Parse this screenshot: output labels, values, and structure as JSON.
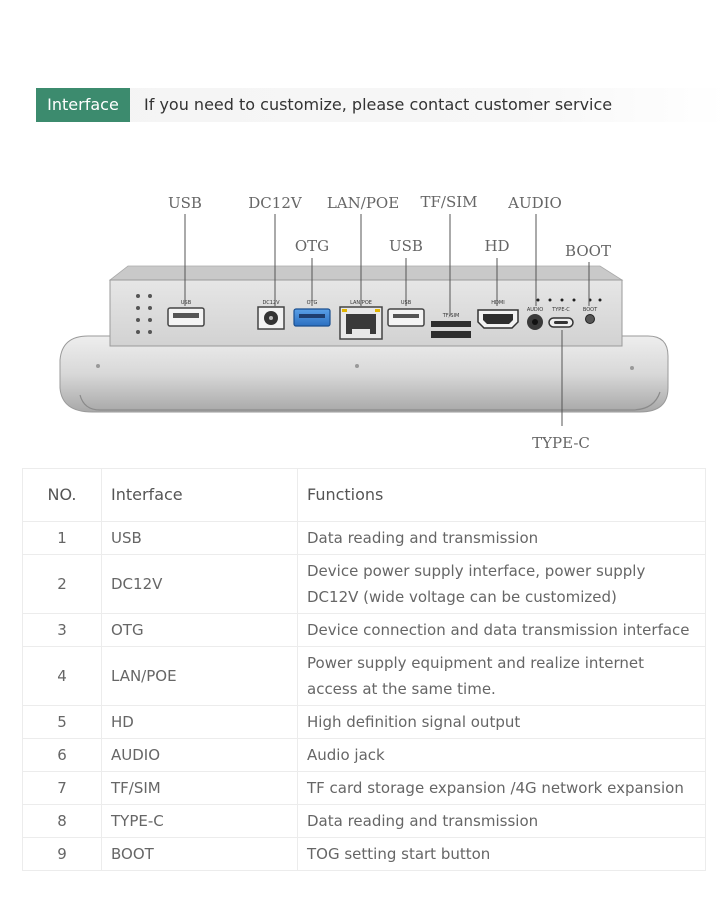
{
  "header": {
    "tag": "Interface",
    "note": "If you need to customize, please contact customer service"
  },
  "diagram": {
    "callouts": {
      "usb_top": "USB",
      "dc12v": "DC12V",
      "lan_poe": "LAN/POE",
      "tf_sim": "TF/SIM",
      "audio": "AUDIO",
      "otg": "OTG",
      "usb_second": "USB",
      "hd": "HD",
      "boot": "BOOT",
      "type_c": "TYPE-C"
    },
    "port_labels": {
      "usb1": "USB",
      "dc12v": "DC12V",
      "otg": "OTG",
      "lan": "LAN/POE",
      "usb2": "USB",
      "tfsim": "TF/SIM",
      "hdmi": "HDMI",
      "audio": "AUDIO",
      "typec": "TYPE-C",
      "boot": "BOOT"
    }
  },
  "table": {
    "headers": {
      "no": "NO.",
      "interface": "Interface",
      "functions": "Functions"
    },
    "rows": [
      {
        "no": "1",
        "interface": "USB",
        "function": "Data reading and transmission"
      },
      {
        "no": "2",
        "interface": "DC12V",
        "function": "Device power supply interface, power supply DC12V (wide voltage can be customized)"
      },
      {
        "no": "3",
        "interface": "OTG",
        "function": "Device connection and data transmission interface"
      },
      {
        "no": "4",
        "interface": "LAN/POE",
        "function": "Power supply equipment and realize internet access at the same time."
      },
      {
        "no": "5",
        "interface": "HD",
        "function": "High definition signal output"
      },
      {
        "no": "6",
        "interface": "AUDIO",
        "function": "Audio jack"
      },
      {
        "no": "7",
        "interface": "TF/SIM",
        "function": "TF card storage expansion /4G network expansion"
      },
      {
        "no": "8",
        "interface": "TYPE-C",
        "function": "Data reading and transmission"
      },
      {
        "no": "9",
        "interface": "BOOT",
        "function": "TOG setting start button"
      }
    ]
  }
}
